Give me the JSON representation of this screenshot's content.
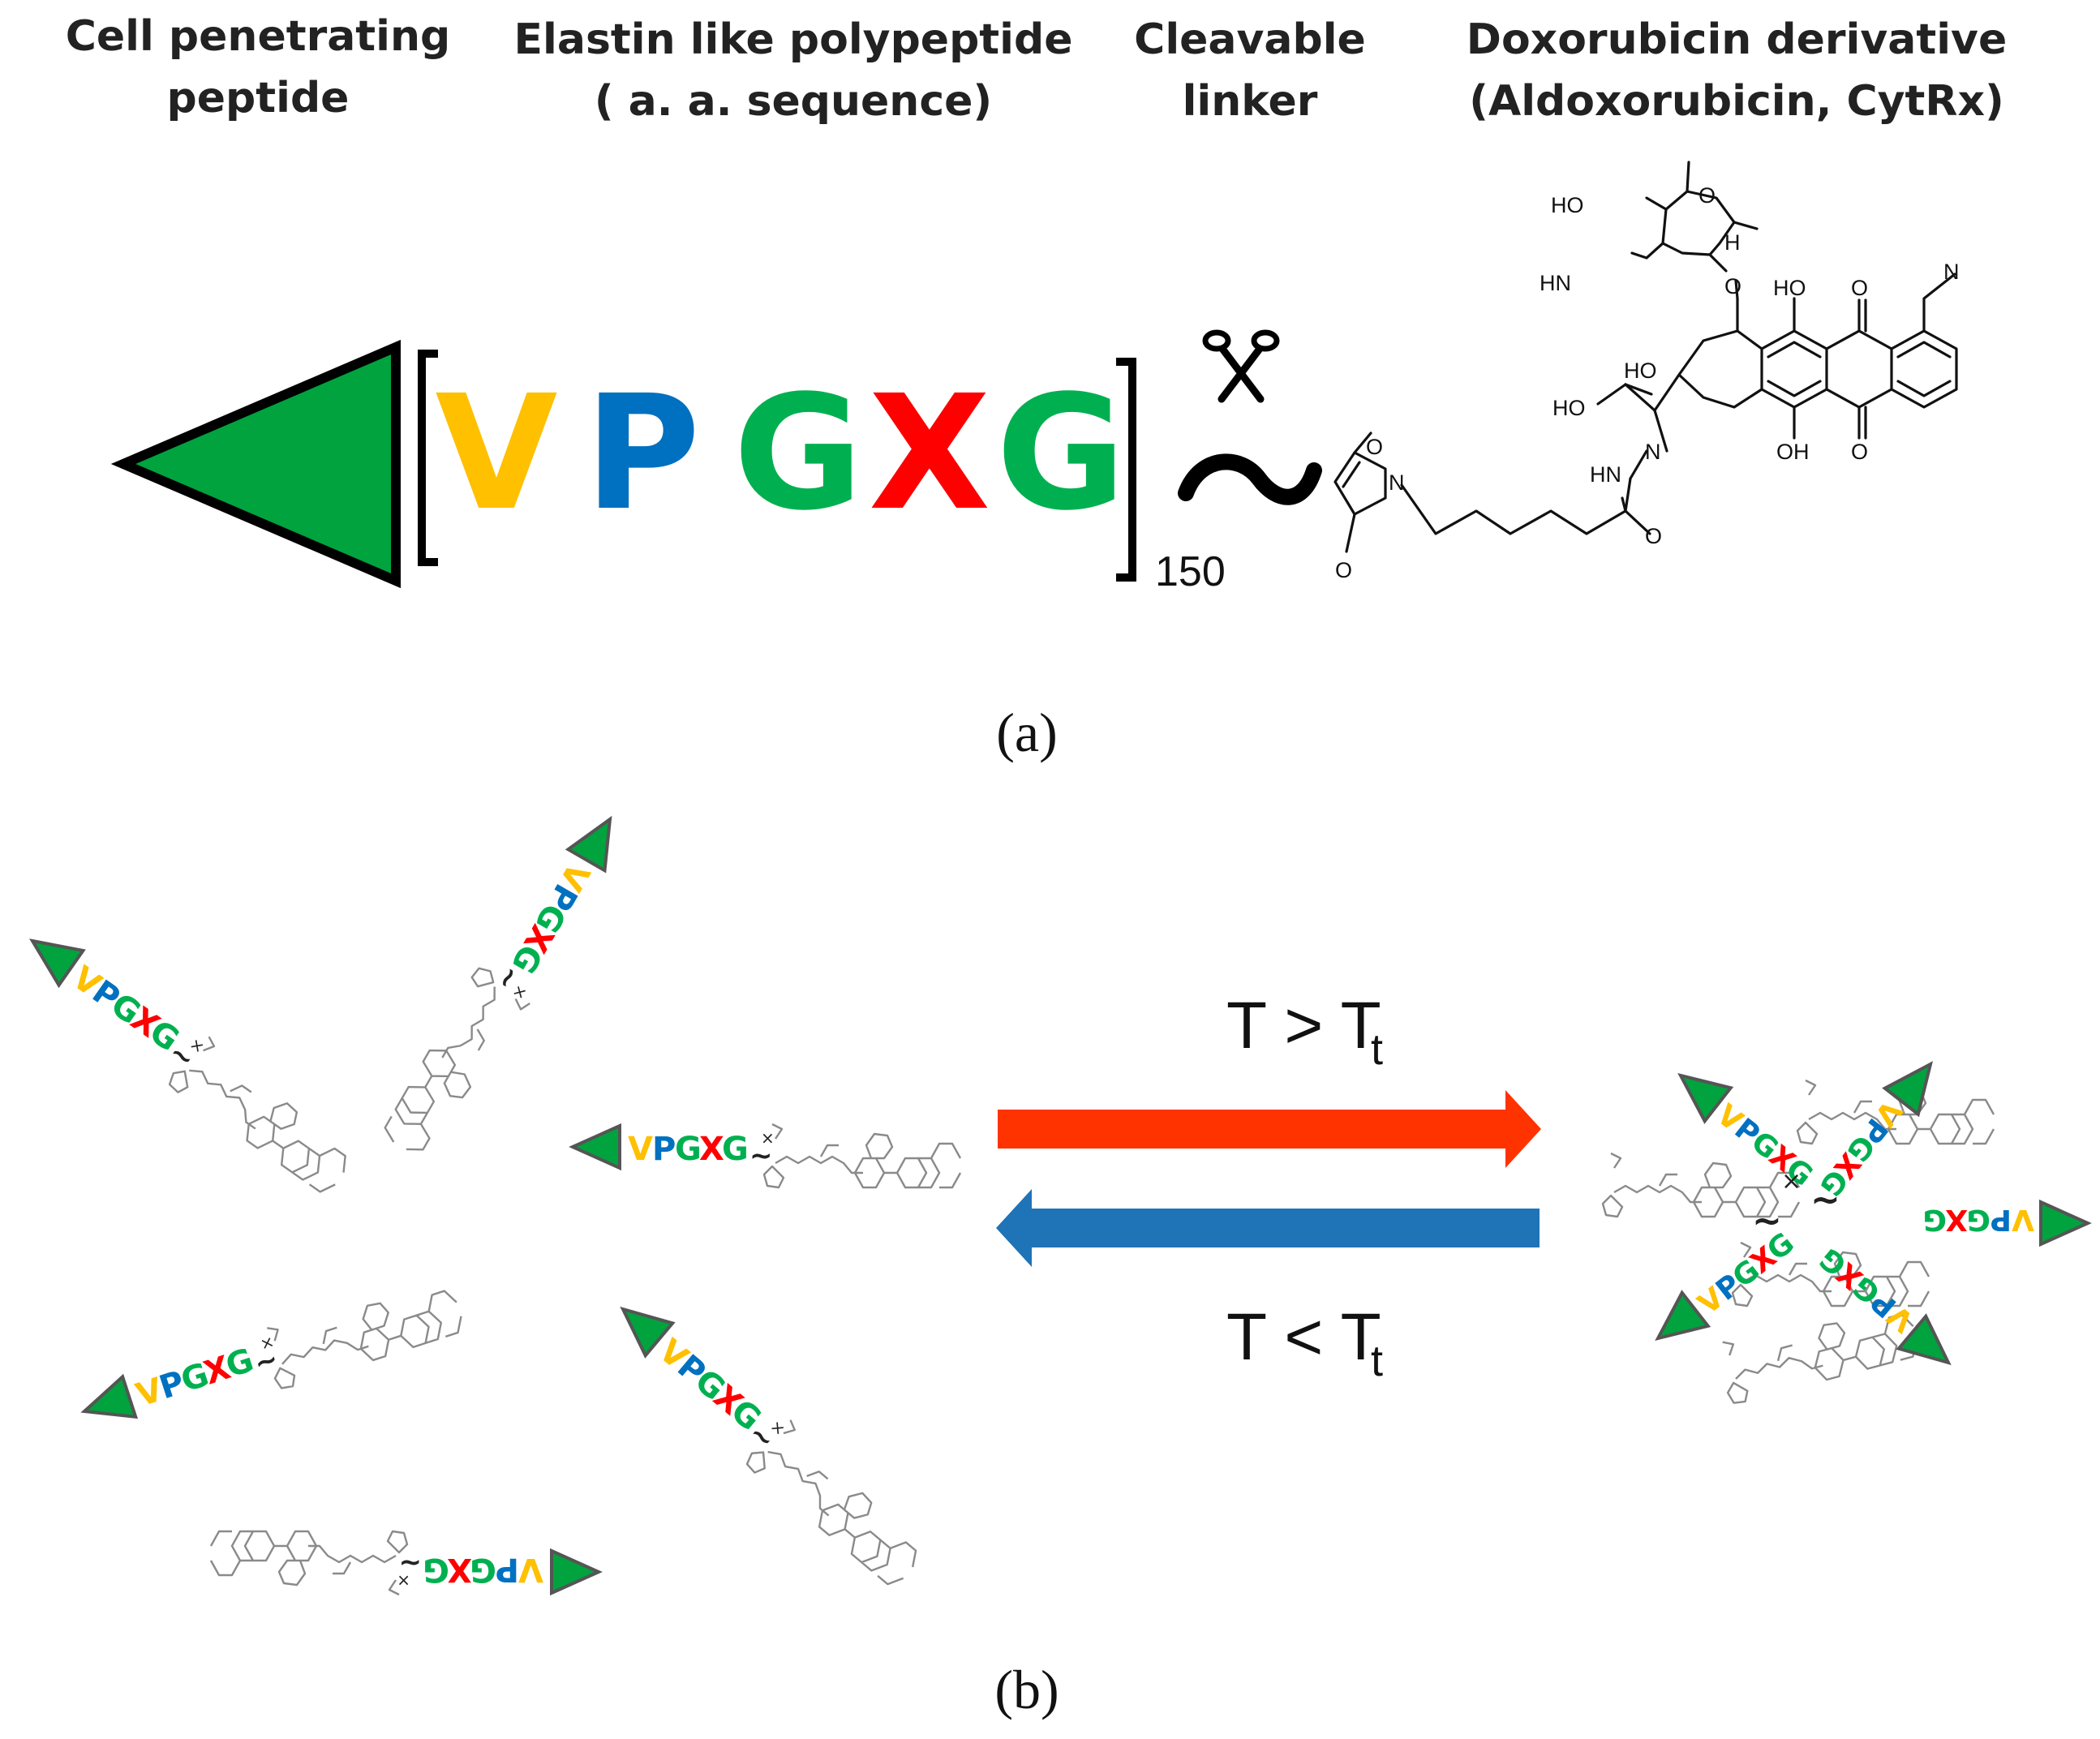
{
  "panel_a": {
    "headers": [
      {
        "line1": "Cell penetrating",
        "line2": "peptide"
      },
      {
        "line1": "Elastin like polypeptide",
        "line2": "( a. a. sequence)"
      },
      {
        "line1": "Cleavable",
        "line2": "linker"
      },
      {
        "line1": "Doxorubicin derivative",
        "line2": "(Aldoxorubicin, CytRx)"
      }
    ],
    "sequence": [
      {
        "letter": "V",
        "color": "#FFC000"
      },
      {
        "letter": "P",
        "color": "#0070C0"
      },
      {
        "letter": "G",
        "color": "#00B050"
      },
      {
        "letter": "X",
        "color": "#FF0000"
      },
      {
        "letter": "G",
        "color": "#00B050"
      }
    ],
    "repeat_subscript": "150",
    "linker_symbol": "~",
    "scissors_symbol": "✂",
    "chem_labels": [
      "HO",
      "O",
      "H",
      "HN",
      "O",
      "HO",
      "O",
      "HO",
      "HO",
      "N",
      "HN",
      "O",
      "OH",
      "O",
      "O",
      "O",
      "N"
    ],
    "caption": "(a)"
  },
  "panel_b": {
    "forward_condition": "T > T",
    "forward_subscript": "t",
    "reverse_condition": "T < T",
    "reverse_subscript": "t",
    "forward_color": "#FF3300",
    "reverse_color": "#1F73B7",
    "caption": "(b)"
  },
  "triangle_color": "#00A33E"
}
